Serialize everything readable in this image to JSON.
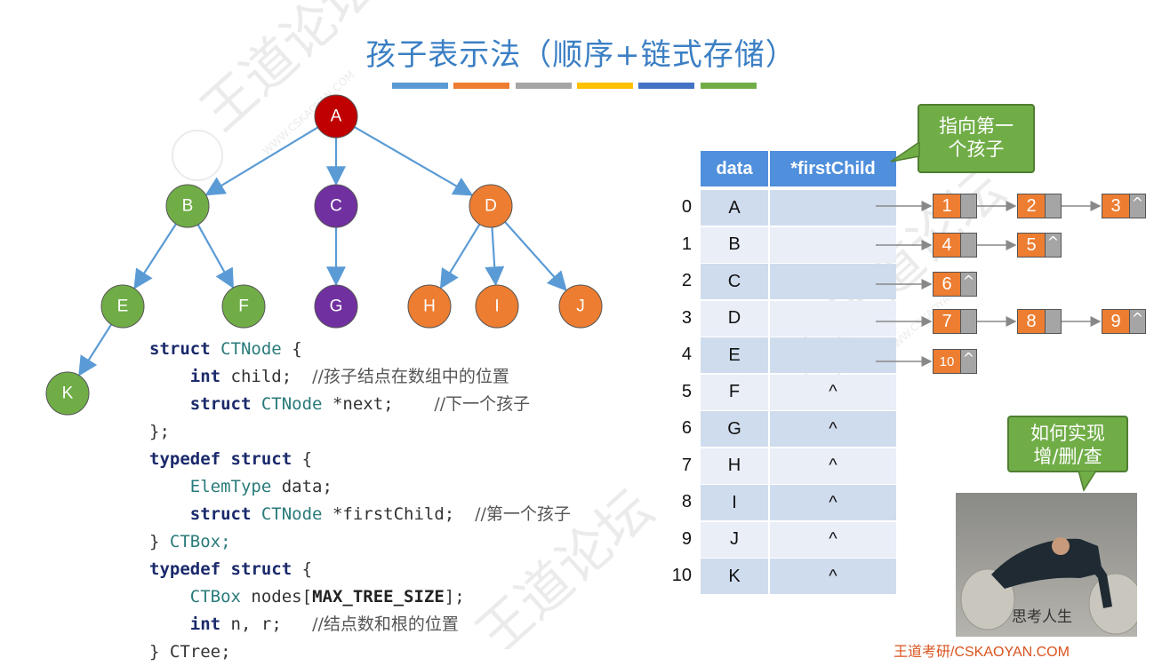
{
  "title": "孩子表示法（顺序+链式存储）",
  "title_bar_colors": [
    "#5b9bd5",
    "#ed7d31",
    "#a5a5a5",
    "#ffc000",
    "#4472c4",
    "#70ad47"
  ],
  "tree": {
    "nodes": [
      {
        "id": "A",
        "color": "#c00000"
      },
      {
        "id": "B",
        "color": "#70ad47"
      },
      {
        "id": "C",
        "color": "#7030a0"
      },
      {
        "id": "D",
        "color": "#ed7d31"
      },
      {
        "id": "E",
        "color": "#70ad47"
      },
      {
        "id": "F",
        "color": "#70ad47"
      },
      {
        "id": "G",
        "color": "#7030a0"
      },
      {
        "id": "H",
        "color": "#ed7d31"
      },
      {
        "id": "I",
        "color": "#ed7d31"
      },
      {
        "id": "J",
        "color": "#ed7d31"
      },
      {
        "id": "K",
        "color": "#70ad47"
      }
    ],
    "edges": [
      [
        "A",
        "B"
      ],
      [
        "A",
        "C"
      ],
      [
        "A",
        "D"
      ],
      [
        "B",
        "E"
      ],
      [
        "B",
        "F"
      ],
      [
        "C",
        "G"
      ],
      [
        "D",
        "H"
      ],
      [
        "D",
        "I"
      ],
      [
        "D",
        "J"
      ],
      [
        "E",
        "K"
      ]
    ],
    "edge_color": "#5b9bd5"
  },
  "code": {
    "line1": [
      "struct",
      "CTNode",
      "{"
    ],
    "line2": [
      "int",
      "child;",
      "//孩子结点在数组中的位置"
    ],
    "line3": [
      "struct",
      "CTNode",
      "*next;",
      "//下一个孩子"
    ],
    "line4": "};",
    "line5": [
      "typedef",
      "struct",
      "{"
    ],
    "line6": [
      "ElemType",
      "data;"
    ],
    "line7": [
      "struct",
      "CTNode",
      "*firstChild;",
      "//第一个孩子"
    ],
    "line8": [
      "}",
      "CTBox;"
    ],
    "line9": [
      "typedef",
      "struct",
      "{"
    ],
    "line10": [
      "CTBox",
      "nodes[",
      "MAX_TREE_SIZE",
      "];"
    ],
    "line11": [
      "int",
      "n,",
      "r;",
      "//结点数和根的位置"
    ],
    "line12": "} CTree;"
  },
  "table": {
    "headers": [
      "data",
      "*firstChild"
    ],
    "rows": [
      {
        "index": "0",
        "data": "A",
        "first": ""
      },
      {
        "index": "1",
        "data": "B",
        "first": ""
      },
      {
        "index": "2",
        "data": "C",
        "first": ""
      },
      {
        "index": "3",
        "data": "D",
        "first": ""
      },
      {
        "index": "4",
        "data": "E",
        "first": ""
      },
      {
        "index": "5",
        "data": "F",
        "first": "^"
      },
      {
        "index": "6",
        "data": "G",
        "first": "^"
      },
      {
        "index": "7",
        "data": "H",
        "first": "^"
      },
      {
        "index": "8",
        "data": "I",
        "first": "^"
      },
      {
        "index": "9",
        "data": "J",
        "first": "^"
      },
      {
        "index": "10",
        "data": "K",
        "first": "^"
      }
    ]
  },
  "lists": [
    {
      "row": 0,
      "nodes": [
        {
          "v": "1",
          "p": ""
        },
        {
          "v": "2",
          "p": ""
        },
        {
          "v": "3",
          "p": "^"
        }
      ]
    },
    {
      "row": 1,
      "nodes": [
        {
          "v": "4",
          "p": ""
        },
        {
          "v": "5",
          "p": "^"
        }
      ]
    },
    {
      "row": 2,
      "nodes": [
        {
          "v": "6",
          "p": "^"
        }
      ]
    },
    {
      "row": 3,
      "nodes": [
        {
          "v": "7",
          "p": ""
        },
        {
          "v": "8",
          "p": ""
        },
        {
          "v": "9",
          "p": "^"
        }
      ]
    },
    {
      "row": 4,
      "nodes": [
        {
          "v": "10",
          "p": "^"
        }
      ]
    }
  ],
  "callouts": {
    "first_child": "指向第一个孩子",
    "first_child_l1": "指向第一",
    "first_child_l2": "个孩子",
    "how_l1": "如何实现",
    "how_l2": "增/删/查"
  },
  "photo_caption": "思考人生",
  "footer": "王道考研/CSKAOYAN.COM",
  "watermark": "王道论坛",
  "watermark_url": "WWW.CSKAOYAN.COM"
}
